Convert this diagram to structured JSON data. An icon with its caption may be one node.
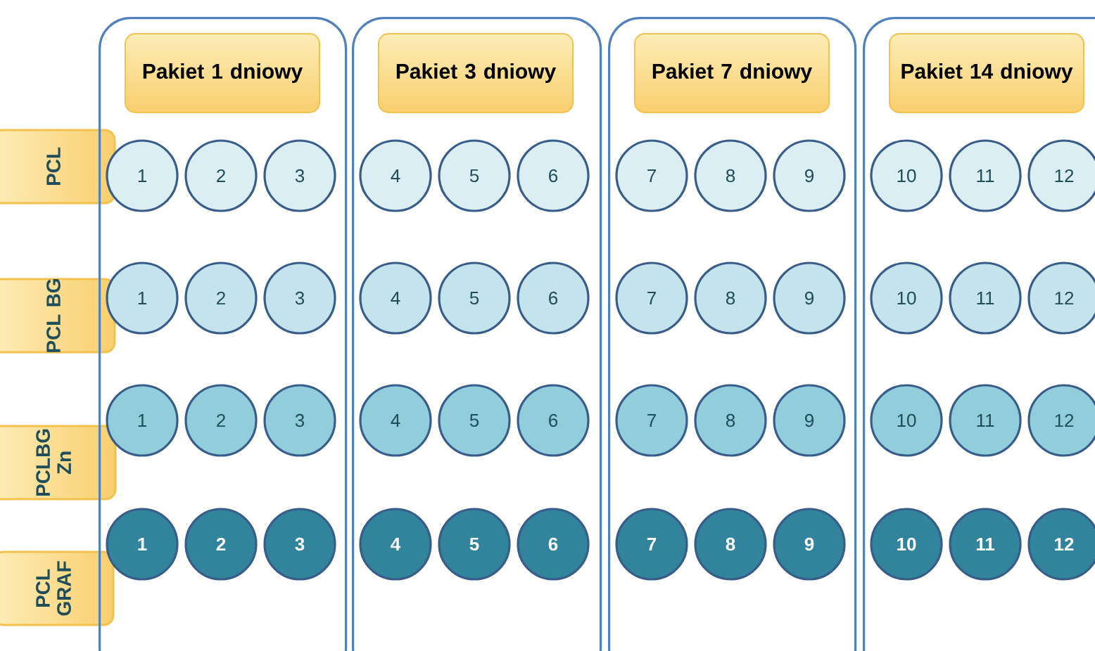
{
  "diagram": {
    "nodes": [
      {
        "text": [
          "PCL"
        ]
      },
      {
        "text": [
          "PCL BG"
        ]
      },
      {
        "text": [
          "PCLBG Zn"
        ]
      },
      {
        "text": [
          "PCL GRAF"
        ]
      },
      {
        "text": [],
        "shape": "box"
      },
      {
        "text": [
          "Pakiet 1 dniowy"
        ],
        "in": 4
      },
      {
        "text": [
          "1"
        ],
        "in": 4
      },
      {
        "text": [
          "2"
        ],
        "in": 4
      },
      {
        "text": [
          "3"
        ],
        "in": 4
      },
      {
        "text": [
          "1"
        ],
        "in": 4
      },
      {
        "text": [
          "2"
        ],
        "in": 4
      },
      {
        "text": [
          "3"
        ],
        "in": 4
      },
      {
        "text": [
          "1"
        ],
        "in": 4
      },
      {
        "text": [
          "2"
        ],
        "in": 4
      },
      {
        "text": [
          "3"
        ],
        "in": 4
      },
      {
        "text": [
          "1"
        ],
        "in": 4
      },
      {
        "text": [
          "2"
        ],
        "in": 4
      },
      {
        "text": [
          "3"
        ],
        "in": 4
      },
      {
        "text": [],
        "shape": "box"
      },
      {
        "text": [
          "Pakiet 3 dniowy"
        ],
        "in": 18
      },
      {
        "text": [
          "4"
        ],
        "in": 18
      },
      {
        "text": [
          "5"
        ],
        "in": 18
      },
      {
        "text": [
          "6"
        ],
        "in": 18
      },
      {
        "text": [
          "4"
        ],
        "in": 18
      },
      {
        "text": [
          "5"
        ],
        "in": 18
      },
      {
        "text": [
          "6"
        ],
        "in": 18
      },
      {
        "text": [
          "4"
        ],
        "in": 18
      },
      {
        "text": [
          "5"
        ],
        "in": 18
      },
      {
        "text": [
          "6"
        ],
        "in": 18
      },
      {
        "text": [
          "4"
        ],
        "in": 18
      },
      {
        "text": [
          "5"
        ],
        "in": 18
      },
      {
        "text": [
          "6"
        ],
        "in": 18
      },
      {
        "text": [],
        "shape": "box"
      },
      {
        "text": [
          "Pakiet 7 dniowy"
        ],
        "in": 32
      },
      {
        "text": [
          "7"
        ],
        "in": 32
      },
      {
        "text": [
          "8"
        ],
        "in": 32
      },
      {
        "text": [
          "9"
        ],
        "in": 32
      },
      {
        "text": [
          "7"
        ],
        "in": 32
      },
      {
        "text": [
          "8"
        ],
        "in": 32
      },
      {
        "text": [
          "9"
        ],
        "in": 32
      },
      {
        "text": [
          "7"
        ],
        "in": 32
      },
      {
        "text": [
          "8"
        ],
        "in": 32
      },
      {
        "text": [
          "9"
        ],
        "in": 32
      },
      {
        "text": [
          "7"
        ],
        "in": 32
      },
      {
        "text": [
          "8"
        ],
        "in": 32
      },
      {
        "text": [
          "9"
        ],
        "in": 32
      },
      {
        "text": [],
        "shape": "box"
      },
      {
        "text": [
          "Pakiet 14 dniowy"
        ],
        "in": 46
      },
      {
        "text": [
          "10"
        ],
        "in": 46
      },
      {
        "text": [
          "11"
        ],
        "in": 46
      },
      {
        "text": [
          "12"
        ],
        "in": 46
      },
      {
        "text": [
          "10"
        ],
        "in": 46
      },
      {
        "text": [
          "11"
        ],
        "in": 46
      },
      {
        "text": [
          "12"
        ],
        "in": 46
      },
      {
        "text": [
          "10"
        ],
        "in": 46
      },
      {
        "text": [
          "11"
        ],
        "in": 46
      },
      {
        "text": [
          "12"
        ],
        "in": 46
      },
      {
        "text": [
          "10"
        ],
        "in": 46
      },
      {
        "text": [
          "11"
        ],
        "in": 46
      },
      {
        "text": [
          "12"
        ],
        "in": 46
      }
    ]
  }
}
